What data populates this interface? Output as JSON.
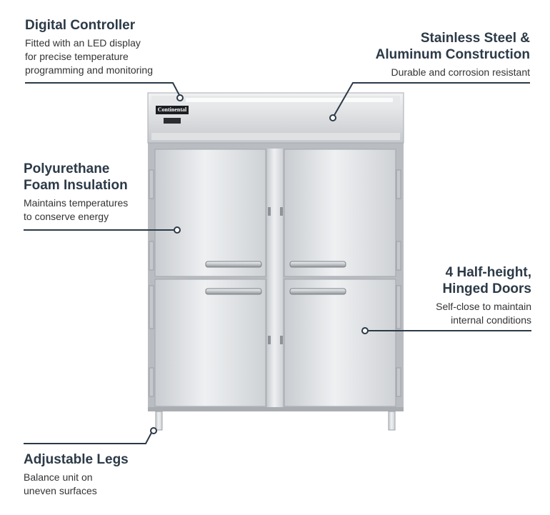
{
  "callouts": {
    "digital_controller": {
      "title": "Digital Controller",
      "lines": [
        "Fitted with an LED display",
        "for precise temperature",
        "programming and monitoring"
      ]
    },
    "stainless_steel": {
      "title_lines": [
        "Stainless Steel &",
        "Aluminum Construction"
      ],
      "desc": "Durable and corrosion resistant"
    },
    "insulation": {
      "title_lines": [
        "Polyurethane",
        "Foam Insulation"
      ],
      "lines": [
        "Maintains temperatures",
        "to conserve energy"
      ]
    },
    "doors": {
      "title_lines": [
        "4 Half-height,",
        "Hinged Doors"
      ],
      "lines": [
        "Self-close to maintain",
        "internal conditions"
      ]
    },
    "legs": {
      "title": "Adjustable Legs",
      "lines": [
        "Balance unit on",
        "uneven surfaces"
      ]
    }
  },
  "product": {
    "brand_logo_text": "Continental"
  },
  "colors": {
    "text_dark": "#2c3a47",
    "leader_line": "#2c3a47",
    "stainless": "#d7d9dc"
  }
}
